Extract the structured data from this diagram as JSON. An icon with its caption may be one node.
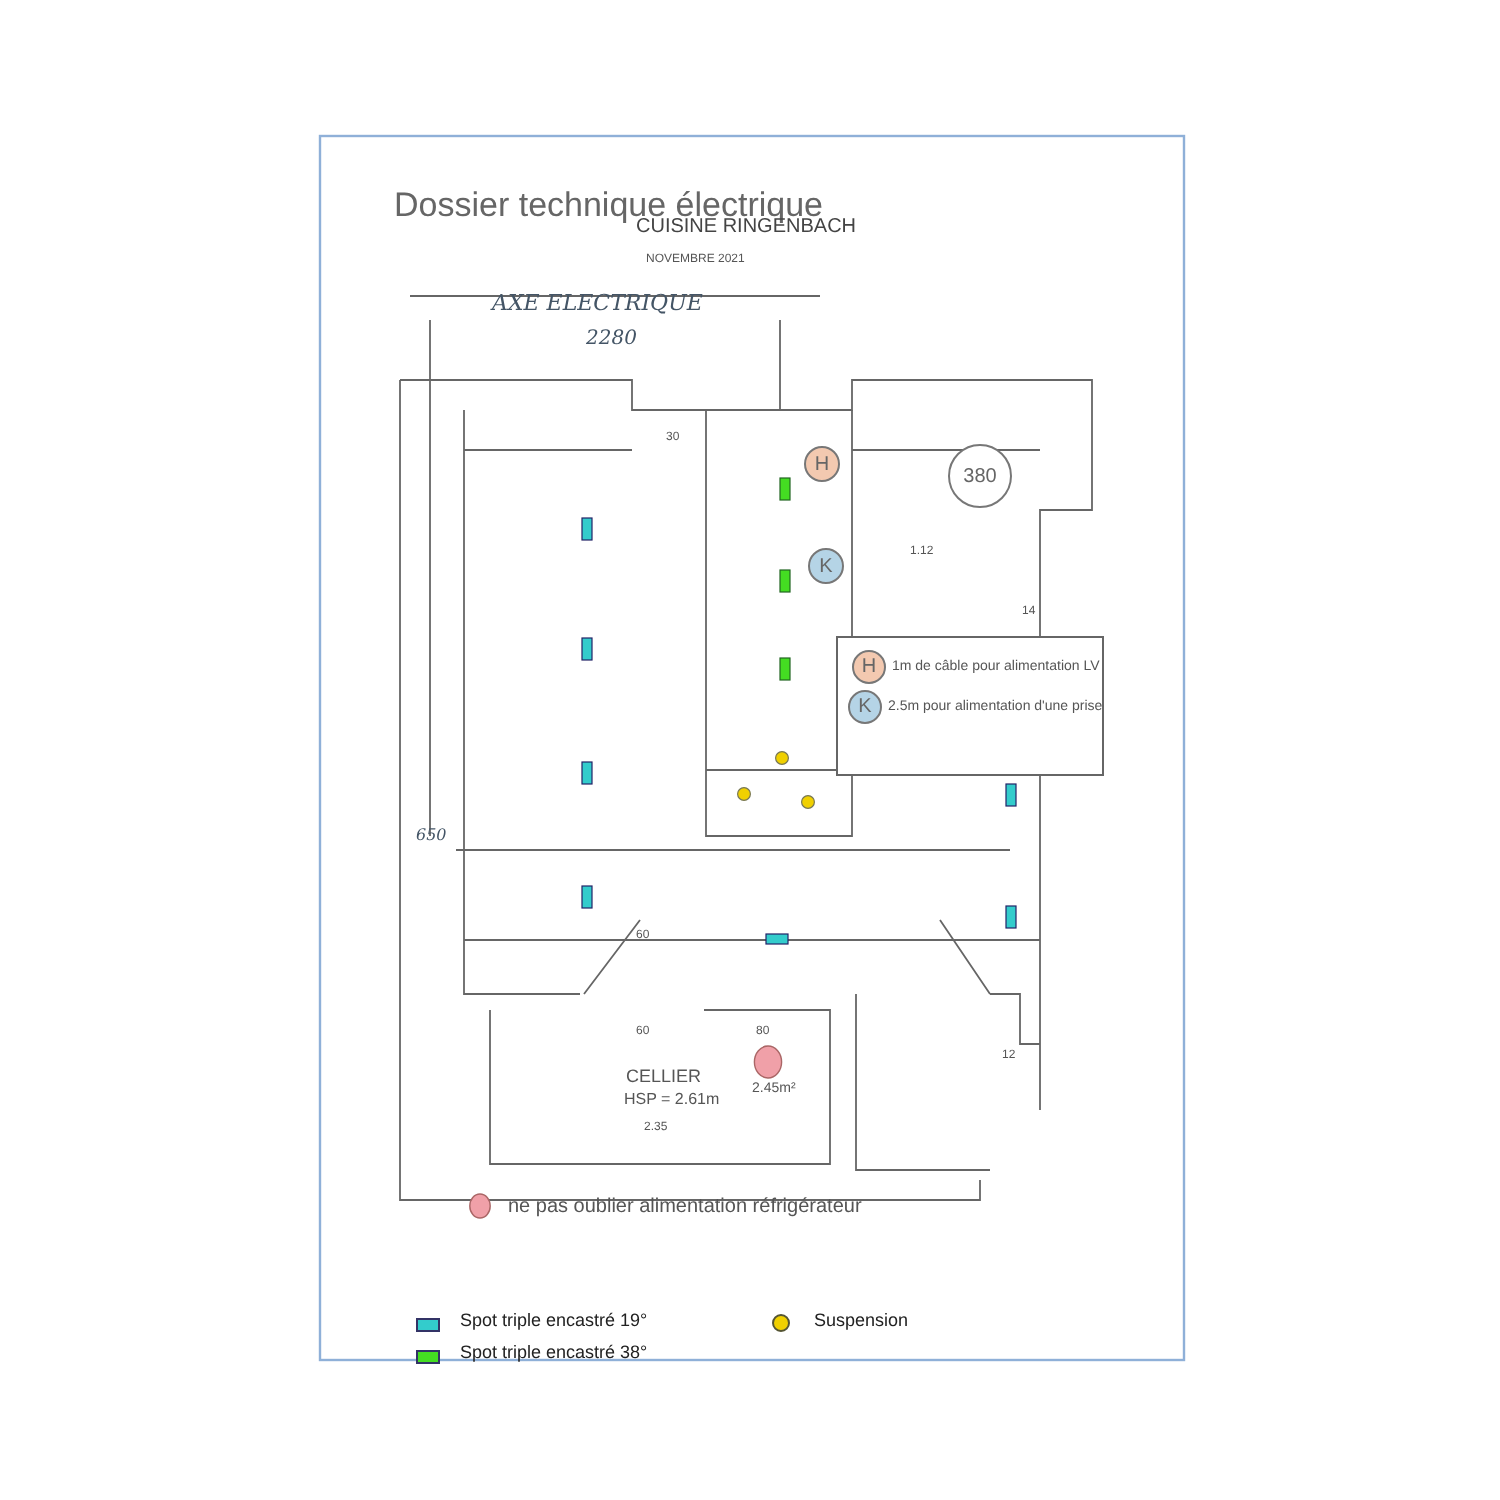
{
  "diagram": {
    "title": "Dossier technique électrique",
    "nodes": [
      {
        "text": [
          "H"
        ]
      },
      {
        "text": [
          "K"
        ]
      },
      {
        "text": [
          "380"
        ]
      },
      {
        "text": [],
        "shape": "box"
      },
      {
        "text": [
          "H"
        ],
        "in": 3,
        "beside": [
          "1m de câble pour alimentation LV"
        ]
      },
      {
        "text": [
          "K"
        ],
        "in": 3,
        "beside": [
          "2.5m pour alimentation d'une prise"
        ]
      }
    ],
    "edges": [],
    "labels": [
      "CUISINE RINGENBACH",
      "NOVEMBRE 2021",
      "AXE ELECTRIQUE",
      "2280",
      "30",
      "1.12",
      "14",
      "650",
      "60",
      "60",
      "80",
      "12",
      "CELLIER",
      "HSP = 2.61m",
      "2.45m²",
      "2.35",
      "ne pas oublier alimentation réfrigérateur"
    ],
    "legend": [
      {
        "text": "Spot triple encastré 19°",
        "color": "#33cccc"
      },
      {
        "text": "Spot triple encastré 38°",
        "color": "#44dd22"
      },
      {
        "text": "Suspension",
        "color": "#f0d000"
      }
    ]
  }
}
